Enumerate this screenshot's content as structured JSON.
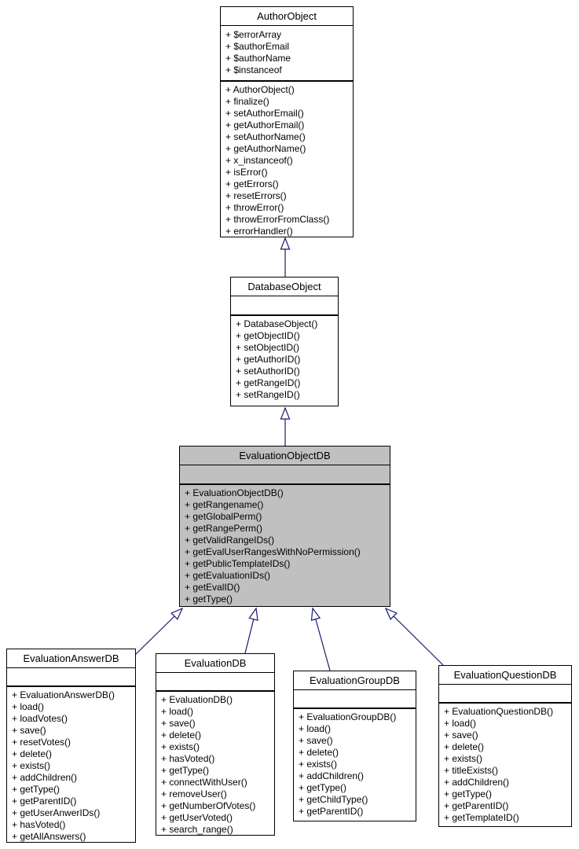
{
  "colors": {
    "highlight_fill": "#c0c0c0",
    "box_fill": "#ffffff",
    "border": "#000000",
    "arrow_color": "#191970"
  },
  "diagram": {
    "classes": [
      {
        "name": "AuthorObject",
        "attributes": [
          "+ $errorArray",
          "+ $authorEmail",
          "+ $authorName",
          "+ $instanceof"
        ],
        "methods": [
          "+ AuthorObject()",
          "+ finalize()",
          "+ setAuthorEmail()",
          "+ getAuthorEmail()",
          "+ setAuthorName()",
          "+ getAuthorName()",
          "+ x_instanceof()",
          "+ isError()",
          "+ getErrors()",
          "+ resetErrors()",
          "+ throwError()",
          "+ throwErrorFromClass()",
          "+ errorHandler()"
        ]
      },
      {
        "name": "DatabaseObject",
        "attributes": [],
        "methods": [
          "+ DatabaseObject()",
          "+ getObjectID()",
          "+ setObjectID()",
          "+ getAuthorID()",
          "+ setAuthorID()",
          "+ getRangeID()",
          "+ setRangeID()"
        ]
      },
      {
        "name": "EvaluationObjectDB",
        "attributes": [],
        "methods": [
          "+ EvaluationObjectDB()",
          "+ getRangename()",
          "+ getGlobalPerm()",
          "+ getRangePerm()",
          "+ getValidRangeIDs()",
          "+ getEvalUserRangesWithNoPermission()",
          "+ getPublicTemplateIDs()",
          "+ getEvaluationIDs()",
          "+ getEvalID()",
          "+ getType()"
        ]
      },
      {
        "name": "EvaluationAnswerDB",
        "attributes": [],
        "methods": [
          "+ EvaluationAnswerDB()",
          "+ load()",
          "+ loadVotes()",
          "+ save()",
          "+ resetVotes()",
          "+ delete()",
          "+ exists()",
          "+ addChildren()",
          "+ getType()",
          "+ getParentID()",
          "+ getUserAnwerIDs()",
          "+ hasVoted()",
          "+ getAllAnswers()"
        ]
      },
      {
        "name": "EvaluationDB",
        "attributes": [],
        "methods": [
          "+ EvaluationDB()",
          "+ load()",
          "+ save()",
          "+ delete()",
          "+ exists()",
          "+ hasVoted()",
          "+ getType()",
          "+ connectWithUser()",
          "+ removeUser()",
          "+ getNumberOfVotes()",
          "+ getUserVoted()",
          "+ search_range()"
        ]
      },
      {
        "name": "EvaluationGroupDB",
        "attributes": [],
        "methods": [
          "+ EvaluationGroupDB()",
          "+ load()",
          "+ save()",
          "+ delete()",
          "+ exists()",
          "+ addChildren()",
          "+ getType()",
          "+ getChildType()",
          "+ getParentID()"
        ]
      },
      {
        "name": "EvaluationQuestionDB",
        "attributes": [],
        "methods": [
          "+ EvaluationQuestionDB()",
          "+ load()",
          "+ save()",
          "+ delete()",
          "+ exists()",
          "+ titleExists()",
          "+ addChildren()",
          "+ getType()",
          "+ getParentID()",
          "+ getTemplateID()"
        ]
      }
    ],
    "relations": [
      {
        "from": "DatabaseObject",
        "to": "AuthorObject",
        "type": "inheritance"
      },
      {
        "from": "EvaluationObjectDB",
        "to": "DatabaseObject",
        "type": "inheritance"
      },
      {
        "from": "EvaluationAnswerDB",
        "to": "EvaluationObjectDB",
        "type": "inheritance"
      },
      {
        "from": "EvaluationDB",
        "to": "EvaluationObjectDB",
        "type": "inheritance"
      },
      {
        "from": "EvaluationGroupDB",
        "to": "EvaluationObjectDB",
        "type": "inheritance"
      },
      {
        "from": "EvaluationQuestionDB",
        "to": "EvaluationObjectDB",
        "type": "inheritance"
      }
    ]
  }
}
